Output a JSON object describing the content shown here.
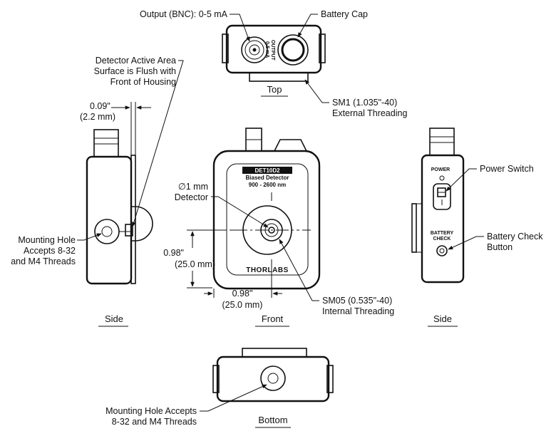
{
  "labels": {
    "output": "Output (BNC): 0-5 mA",
    "battery_cap": "Battery Cap",
    "detector_area_line1": "Detector Active Area",
    "detector_area_line2": "Surface is Flush with",
    "detector_area_line3": "Front of Housing",
    "sm1_line1": "SM1 (1.035\"-40)",
    "sm1_line2": "External Threading",
    "flush_dim_in": "0.09\"",
    "flush_dim_mm": "(2.2 mm)",
    "detector_size_line1": "∅1 mm",
    "detector_size_line2": "Detector",
    "power_switch": "Power Switch",
    "battery_check_line1": "Battery Check",
    "battery_check_line2": "Button",
    "side_mount_line1": "Mounting Hole",
    "side_mount_line2": "Accepts 8-32",
    "side_mount_line3": "and M4 Threads",
    "vert_dim_in": "0.98\"",
    "vert_dim_mm": "(25.0 mm)",
    "horiz_dim_in": "0.98\"",
    "horiz_dim_mm": "(25.0 mm)",
    "sm05_line1": "SM05 (0.535\"-40)",
    "sm05_line2": "Internal Threading",
    "bottom_mount_line1": "Mounting Hole Accepts",
    "bottom_mount_line2": "8-32 and M4 Threads"
  },
  "view_captions": {
    "top": "Top",
    "side_left": "Side",
    "front": "Front",
    "side_right": "Side",
    "bottom": "Bottom"
  },
  "device_text": {
    "model": "DET10D2",
    "type": "Biased Detector",
    "range": "900 - 2600 nm",
    "brand": "THORLABS",
    "output_mark": "OUTPUT",
    "output_range": "0-5 mA",
    "power": "POWER",
    "battery_check_line1": "BATTERY",
    "battery_check_line2": "CHECK"
  }
}
